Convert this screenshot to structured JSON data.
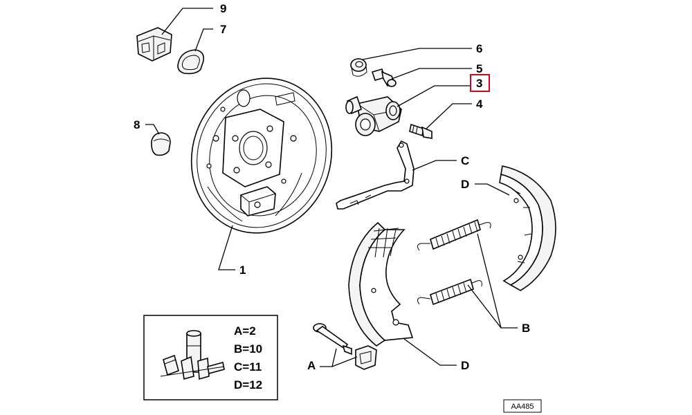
{
  "diagram": {
    "callouts": {
      "c1": "1",
      "c3": "3",
      "c4": "4",
      "c5": "5",
      "c6": "6",
      "c7": "7",
      "c8": "8",
      "c9": "9",
      "cA": "A",
      "cB": "B",
      "cC": "C",
      "cD1": "D",
      "cD2": "D"
    },
    "highlight_color": "#d0021b",
    "legend": {
      "entries": [
        "A=2",
        "B=10",
        "C=11",
        "D=12"
      ]
    },
    "diagram_code": "AA485"
  }
}
